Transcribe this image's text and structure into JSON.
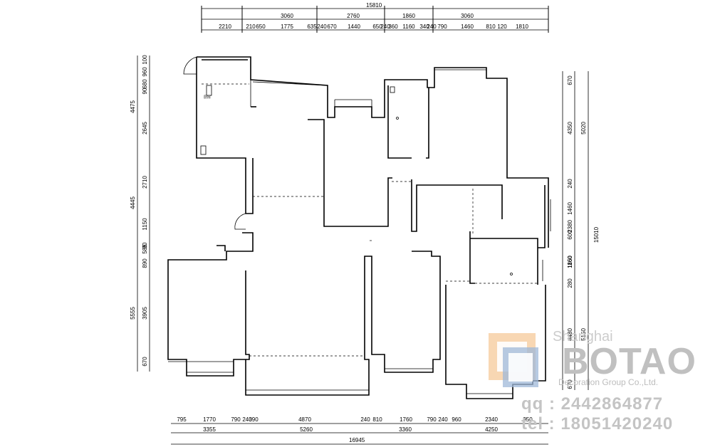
{
  "dimensions": {
    "top_total": "15810",
    "top_row1": [
      "3060",
      "2760",
      "1860",
      "3060"
    ],
    "top_row2": [
      "2210",
      "210",
      "650",
      "1775",
      "635",
      "240",
      "670",
      "1440",
      "650",
      "240",
      "360",
      "1160",
      "340",
      "240",
      "790",
      "1460",
      "810",
      "120",
      "1810"
    ],
    "bottom_row1": [
      "795",
      "1770",
      "790",
      "240",
      "390",
      "4870",
      "240",
      "810",
      "1760",
      "790",
      "240",
      "960",
      "2340",
      "950"
    ],
    "bottom_row2": [
      "3355",
      "5260",
      "3360",
      "4250"
    ],
    "bottom_total": "16945",
    "left_outer": [
      "4475",
      "4445",
      "5555"
    ],
    "left_inner": [
      "100",
      "960",
      "680",
      "90",
      "2645",
      "2710",
      "1150",
      "90",
      "585",
      "890",
      "3905",
      "670"
    ],
    "right_outer": [
      "15010"
    ],
    "right_mid": [
      "5020",
      "5150"
    ],
    "right_inner": [
      "670",
      "4350",
      "240",
      "1460",
      "2380",
      "600",
      "1160",
      "1860",
      "280",
      "4480",
      "670"
    ]
  },
  "labels": {
    "room_tag": "厨房"
  },
  "watermark": {
    "city": "Shanghai",
    "brand": "BOTAO",
    "subtitle": "Decoration Group Co.,Ltd.",
    "qq": "qq : 2442864877",
    "tel": "tel : 18051420240"
  },
  "colors": {
    "line": "#000000",
    "watermark_orange": "#f6c99a",
    "watermark_blue": "#9fb8d8",
    "watermark_gray": "#c0c0c0"
  }
}
